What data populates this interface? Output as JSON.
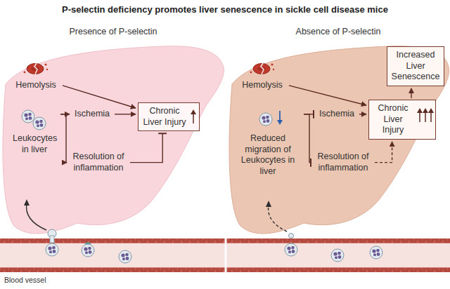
{
  "diagram": {
    "title": "P-selectin deficiency promotes liver senescence in sickle cell disease mice",
    "nodes": [
      {
        "text": [
          "Presence of P-selectin"
        ]
      },
      {
        "text": [
          "Absence of P-selectin"
        ]
      },
      {
        "text": [
          "Hemolysis"
        ],
        "in": 0
      },
      {
        "text": [
          "Leukocytes in liver"
        ],
        "in": 0
      },
      {
        "text": [
          "Ischemia"
        ],
        "in": 0
      },
      {
        "text": [
          "Resolution of inflammation"
        ],
        "in": 0
      },
      {
        "text": [
          "Chronic Liver Injury"
        ],
        "in": 0
      },
      {
        "text": [
          "Hemolysis"
        ],
        "in": 1
      },
      {
        "text": [
          "Reduced migration of Leukocytes in liver"
        ],
        "in": 1
      },
      {
        "text": [
          "Ischemia"
        ],
        "in": 1
      },
      {
        "text": [
          "Resolution of inflammation"
        ],
        "in": 1
      },
      {
        "text": [
          "Chronic Liver Injury"
        ],
        "in": 1
      },
      {
        "text": [
          "Increased Liver Senescence"
        ],
        "in": 1
      }
    ],
    "edges": [
      {
        "from": 2,
        "to": 6,
        "arrow": "to"
      },
      {
        "from": 3,
        "to": 4,
        "arrow": "to"
      },
      {
        "from": 3,
        "to": 5,
        "arrow": "to"
      },
      {
        "from": 4,
        "to": 6,
        "arrow": "to"
      },
      {
        "from": 5,
        "to": 6,
        "arrow": "to"
      },
      {
        "from": 7,
        "to": 11,
        "arrow": "to"
      },
      {
        "from": 8,
        "to": 9,
        "arrow": "to"
      },
      {
        "from": 8,
        "to": 10,
        "arrow": "to"
      },
      {
        "from": 9,
        "to": 11,
        "arrow": "to"
      },
      {
        "from": 10,
        "to": 11,
        "arrow": "to"
      },
      {
        "from": 11,
        "to": 12,
        "arrow": "to"
      }
    ],
    "labels": [
      "Blood vessel"
    ]
  }
}
